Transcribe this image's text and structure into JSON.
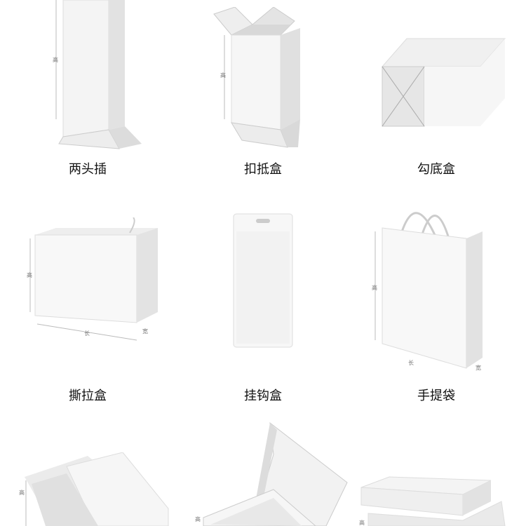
{
  "dimension_labels": {
    "height": "高",
    "length": "长",
    "width": "宽"
  },
  "boxes": [
    {
      "caption": "两头插"
    },
    {
      "caption": "扣抵盒"
    },
    {
      "caption": "勾底盒"
    },
    {
      "caption": "撕拉盒"
    },
    {
      "caption": "挂钩盒"
    },
    {
      "caption": "手提袋"
    }
  ],
  "colors": {
    "face_light": "#f7f7f7",
    "face_mid": "#e9e9e9",
    "face_dark": "#d6d6d6",
    "caption": "#111111"
  }
}
